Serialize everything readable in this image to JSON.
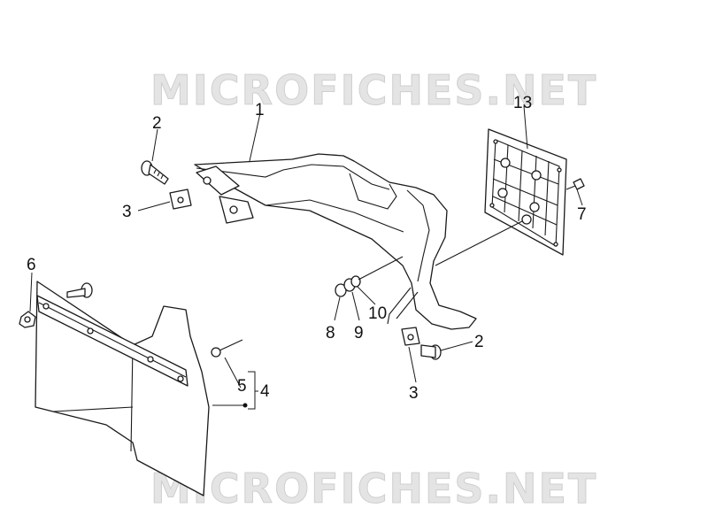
{
  "watermark": {
    "top": "MICROFICHES.NET",
    "bottom": "MICROFICHES.NET"
  },
  "callouts": {
    "n1": "1",
    "n2_left": "2",
    "n2_right": "2",
    "n3_left": "3",
    "n3_right": "3",
    "n4": "4",
    "n5": "5",
    "n6": "6",
    "n7": "7",
    "n8": "8",
    "n9": "9",
    "n10": "10",
    "n13": "13"
  }
}
